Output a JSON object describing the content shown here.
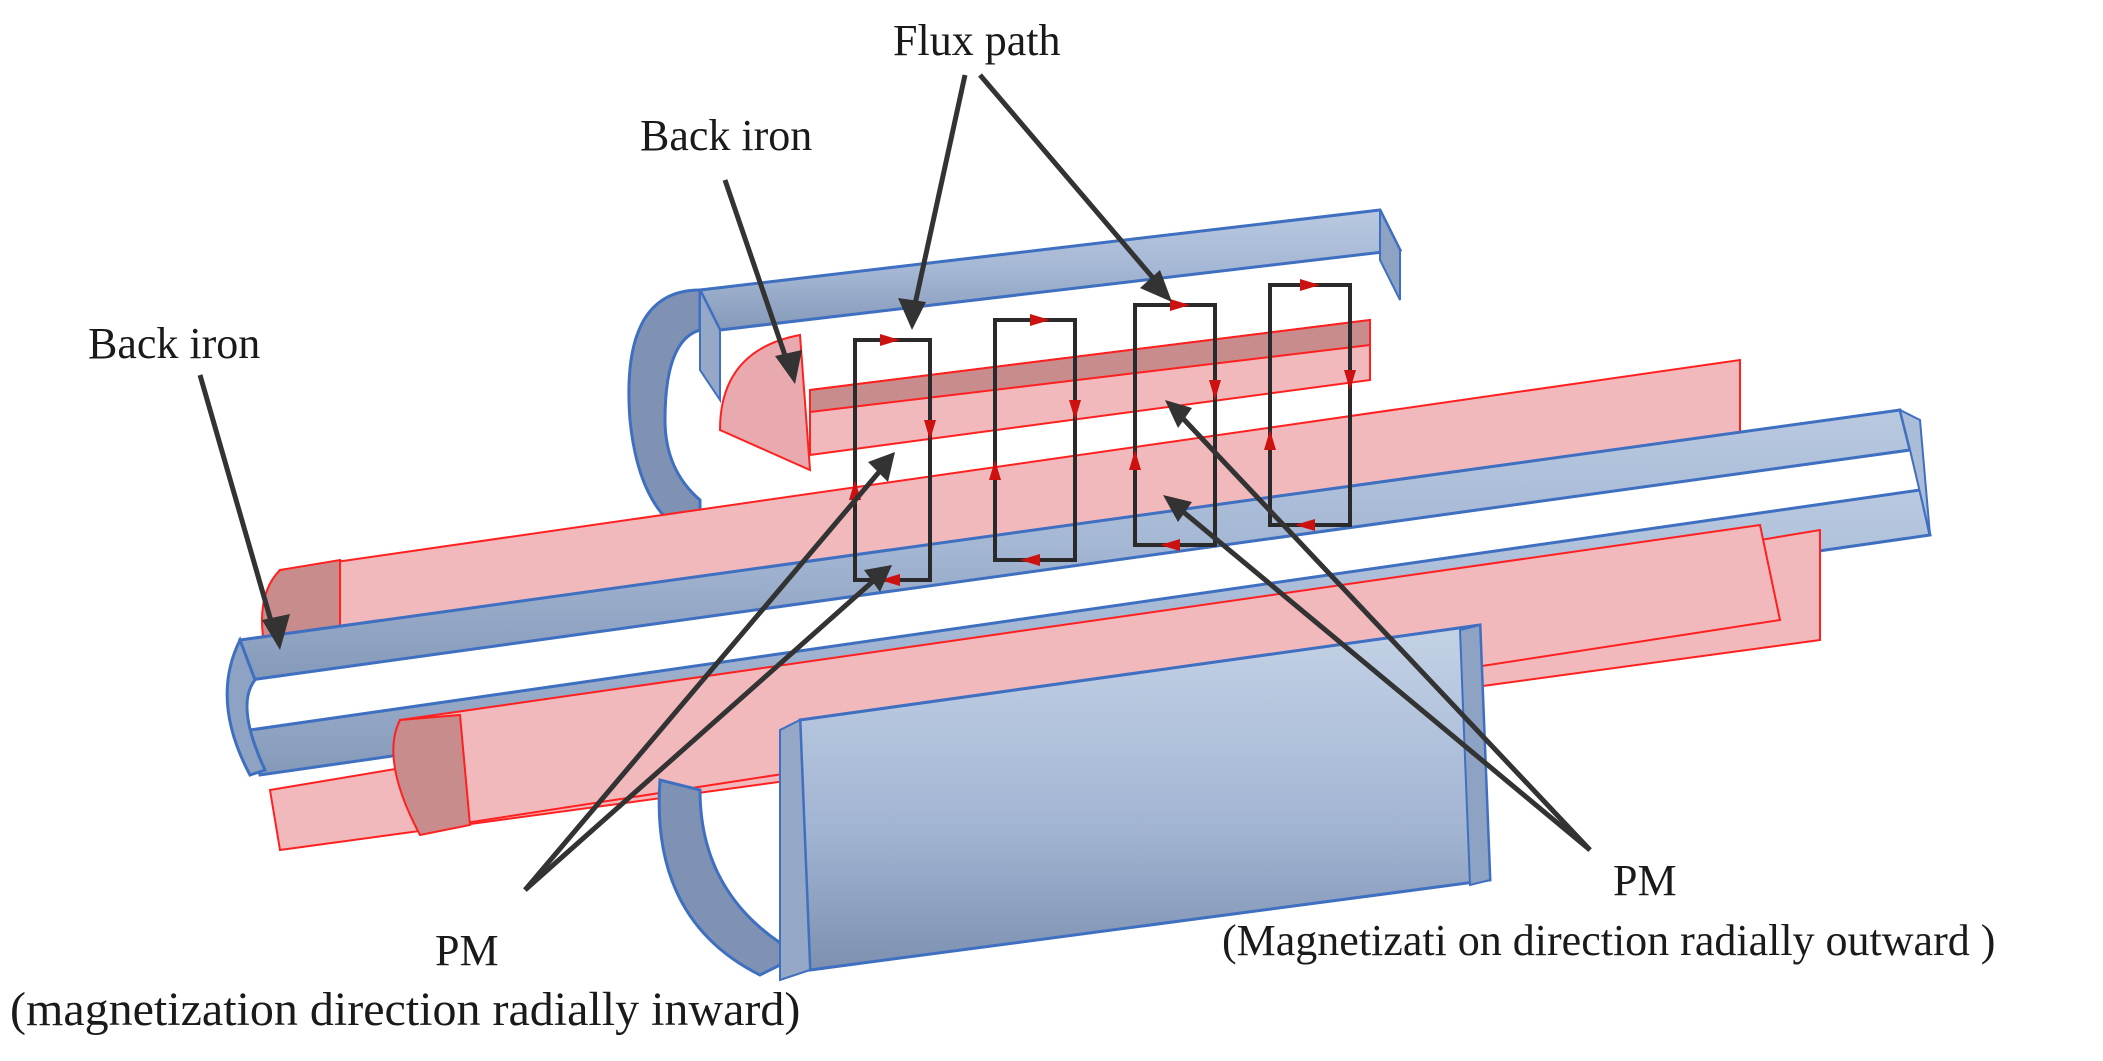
{
  "labels": {
    "flux_path": "Flux path",
    "back_iron_top": "Back iron",
    "back_iron_left": "Back iron",
    "pm_left_title": "PM",
    "pm_left_desc": "(magnetization direction radially inward)",
    "pm_right_title": "PM",
    "pm_right_desc": "(Magnetizati on direction radially outward )"
  },
  "colors": {
    "back_iron": "#a9bcd8",
    "back_iron_dark": "#8ea3c3",
    "back_iron_edge": "#3f6fc0",
    "pm_light": "#f2b9bd",
    "pm_dark": "#c98c8c",
    "pm_edge": "#ff2020",
    "flux_arrow": "#cc1111",
    "pointer": "#333333"
  },
  "icons": [
    "pointer-arrow",
    "flux-direction-arrow"
  ]
}
